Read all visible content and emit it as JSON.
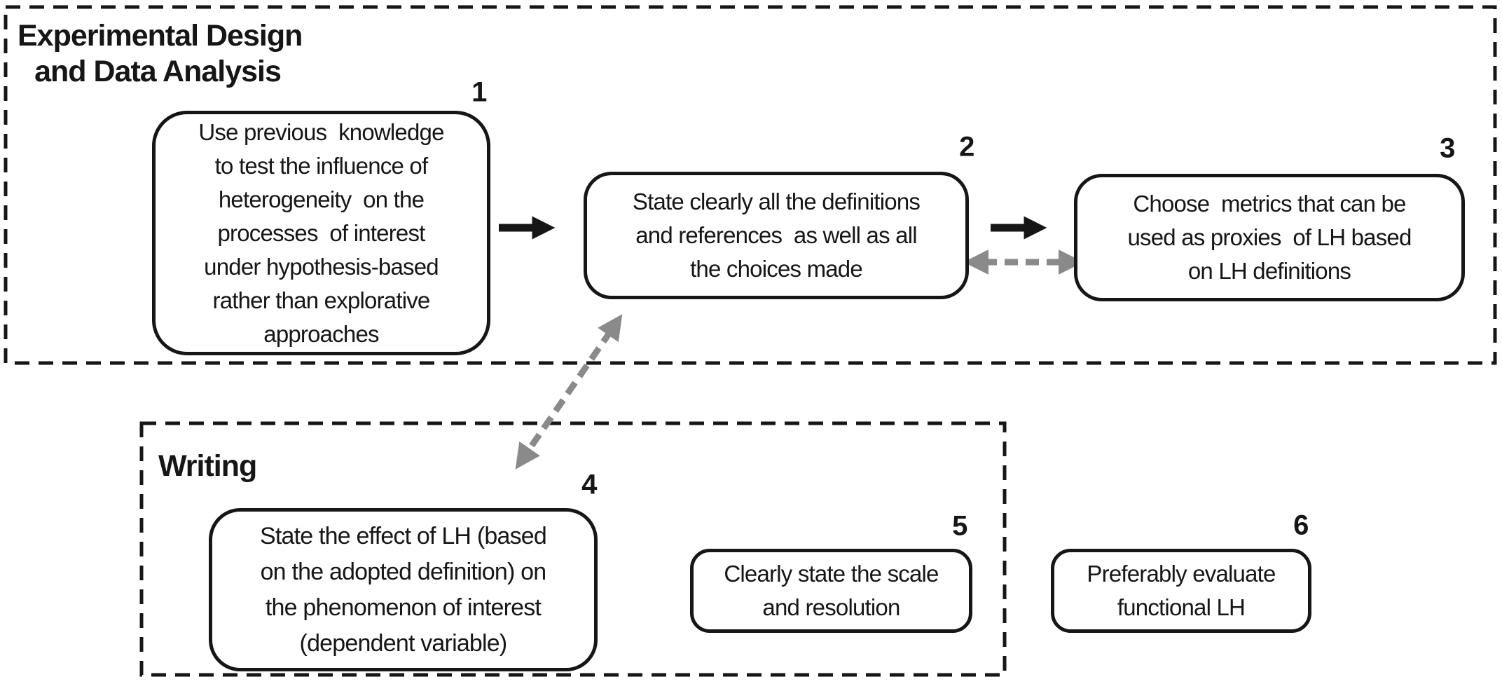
{
  "figure": {
    "type": "flowchart",
    "background": "#ffffff"
  },
  "colors": {
    "ink": "#161616",
    "gray_arrow": "#8a8a8a",
    "box_fill": "#ffffff"
  },
  "sections": {
    "experimental_design": {
      "title": "Experimental Design\nand Data Analysis",
      "border_style": "dashed"
    },
    "writing": {
      "title": "Writing",
      "border_style": "dashed"
    }
  },
  "boxes": [
    {
      "number": "1",
      "section": "experimental_design",
      "text": "Use previous  knowledge\nto test the influence of\nheterogeneity  on the\nprocesses  of interest\nunder hypothesis-based\nrather than explorative\napproaches"
    },
    {
      "number": "2",
      "section": "experimental_design",
      "text": "State clearly all the definitions\nand references  as well as all\nthe choices made"
    },
    {
      "number": "3",
      "section": "experimental_design",
      "text": "Choose  metrics that can be\nused as proxies  of LH based\non LH definitions"
    },
    {
      "number": "4",
      "section": "writing",
      "text": "State the effect of LH (based\non the adopted definition) on\nthe phenomenon of interest\n(dependent variable)"
    },
    {
      "number": "5",
      "section": "writing",
      "text": "Clearly state the scale\nand resolution"
    },
    {
      "number": "6",
      "section": "none",
      "text": "Preferably evaluate\nfunctional LH"
    }
  ],
  "arrows": [
    {
      "name": "arrow-1-to-2",
      "style": "solid",
      "color": "#161616",
      "from": "1",
      "to": "2",
      "bidirectional": false
    },
    {
      "name": "arrow-2-to-3",
      "style": "solid",
      "color": "#161616",
      "from": "2",
      "to": "3",
      "bidirectional": false
    },
    {
      "name": "arrow-2-3-dashed",
      "style": "dashed",
      "color": "#8a8a8a",
      "from": "2",
      "to": "3",
      "bidirectional": true
    },
    {
      "name": "arrow-2-4-dashed",
      "style": "dashed",
      "color": "#8a8a8a",
      "from": "2",
      "to": "4",
      "bidirectional": true
    }
  ]
}
